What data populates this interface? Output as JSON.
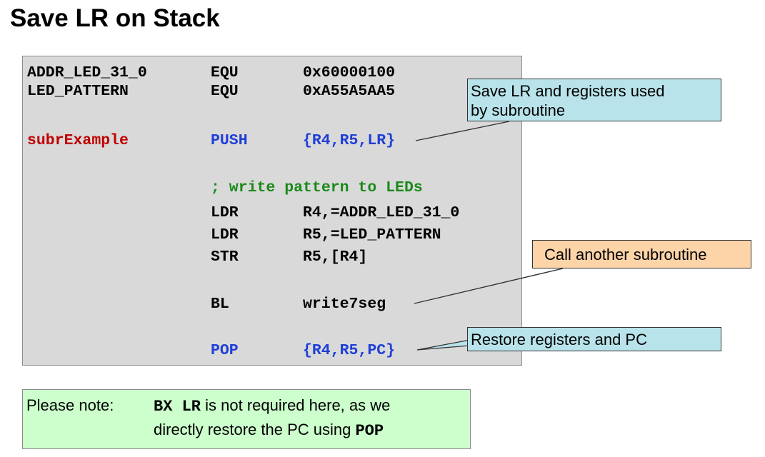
{
  "title": "Save LR on Stack",
  "code": {
    "line1": {
      "label": "ADDR_LED_31_0",
      "op": "EQU",
      "arg": "0x60000100"
    },
    "line2": {
      "label": "LED_PATTERN",
      "op": "EQU",
      "arg": "0xA55A5AA5"
    },
    "line3": {
      "label": "subrExample",
      "op": "PUSH",
      "arg": "{R4,R5,LR}"
    },
    "comment": "; write pattern to LEDs",
    "line4": {
      "op": "LDR",
      "arg": "R4,=ADDR_LED_31_0"
    },
    "line5": {
      "op": "LDR",
      "arg": "R5,=LED_PATTERN"
    },
    "line6": {
      "op": "STR",
      "arg": "R5,[R4]"
    },
    "line7": {
      "op": "BL",
      "arg": "write7seg"
    },
    "line8": {
      "op": "POP",
      "arg": "{R4,R5,PC}"
    }
  },
  "callouts": {
    "save": {
      "line1": "Save LR and registers used",
      "line2": "by subroutine"
    },
    "call": "Call another subroutine",
    "restore": "Restore registers and PC"
  },
  "note": {
    "label": "Please note:",
    "bx_lr": "BX LR",
    "text1": " is not required here, as we",
    "text2": "directly restore the PC using ",
    "pop": "POP"
  },
  "colors": {
    "label_highlight": "#c00000",
    "instruction_blue": "#1f3fd6",
    "comment_green": "#1a8a1a",
    "code_background": "#d9d9d9",
    "callout_blue": "#b9e3ea",
    "callout_orange": "#fdd3a8",
    "note_background": "#ccffcc"
  }
}
